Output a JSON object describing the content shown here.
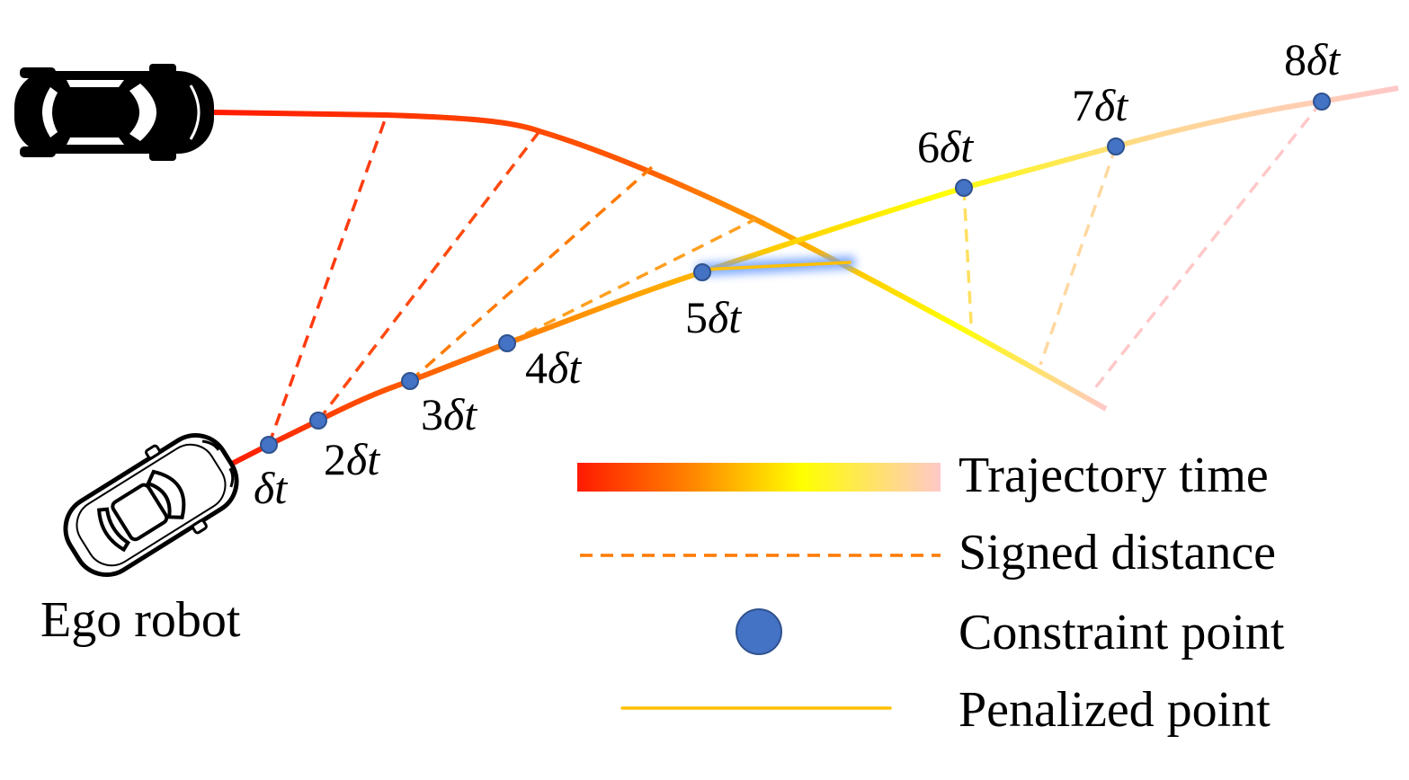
{
  "ego_label": "Ego robot",
  "time_labels": [
    {
      "coef": "",
      "sym": "δt"
    },
    {
      "coef": "2",
      "sym": "δt"
    },
    {
      "coef": "3",
      "sym": "δt"
    },
    {
      "coef": "4",
      "sym": "δt"
    },
    {
      "coef": "5",
      "sym": "δt"
    },
    {
      "coef": "6",
      "sym": "δt"
    },
    {
      "coef": "7",
      "sym": "δt"
    },
    {
      "coef": "8",
      "sym": "δt"
    }
  ],
  "legend": {
    "trajectory": "Trajectory time",
    "signed_distance": "Signed distance",
    "constraint": "Constraint point",
    "penalized": "Penalized point"
  },
  "colors": {
    "time_start": "#ff1a00",
    "time_mid": "#ffa000",
    "time_yellow": "#ffff00",
    "time_end": "#ffc8c8",
    "constraint_point": "#4472c4",
    "penalized_line": "#ffc000",
    "penalized_glow": "#6fa0ff"
  },
  "icons": {
    "other_vehicle": "car-top-view-black-icon",
    "ego_vehicle": "car-top-view-outline-icon"
  }
}
